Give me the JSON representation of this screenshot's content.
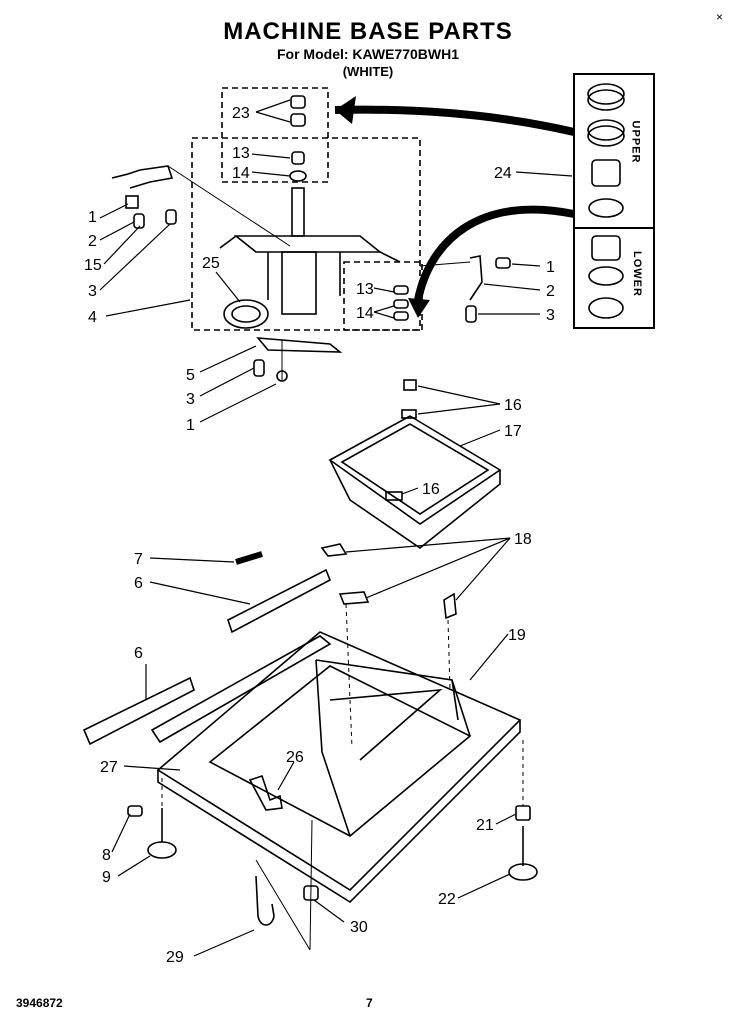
{
  "header": {
    "title": "MACHINE BASE PARTS",
    "model_line": "For Model: KAWE770BWH1",
    "color_line": "(WHITE)"
  },
  "footer": {
    "doc_number": "3946872",
    "page_number": "7"
  },
  "corner_mark": "×",
  "kit_labels": {
    "upper": "UPPER",
    "lower": "LOWER"
  },
  "callouts": [
    "23",
    "13",
    "14",
    "1",
    "2",
    "15",
    "3",
    "4",
    "25",
    "13",
    "14",
    "24",
    "1",
    "2",
    "3",
    "5",
    "3",
    "1",
    "16",
    "17",
    "16",
    "7",
    "6",
    "18",
    "6",
    "19",
    "27",
    "26",
    "21",
    "8",
    "9",
    "22",
    "30",
    "29"
  ]
}
